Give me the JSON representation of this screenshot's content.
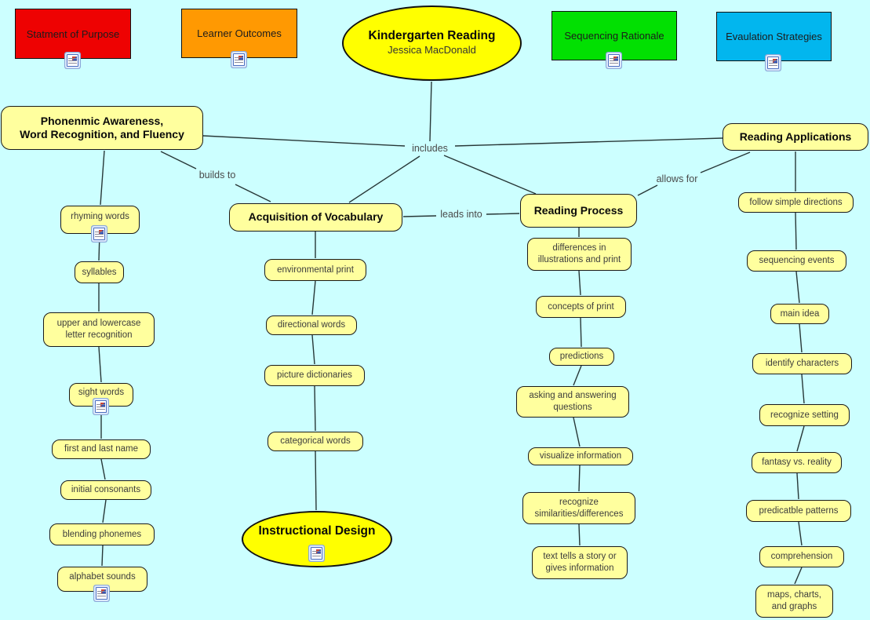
{
  "map": {
    "background_color": "#ccffff",
    "node_fill_color": "#ffff9e",
    "terminal_fill_color": "#ffff00",
    "link_labels": {
      "includes": "includes",
      "builds_to": "builds to",
      "leads_into": "leads into",
      "allows_for": "allows for"
    }
  },
  "top_row": {
    "statement_of_purpose": {
      "label": "Statment of Purpose",
      "color": "#ee0202"
    },
    "learner_outcomes": {
      "label": "Learner Outcomes",
      "color": "#ff9902"
    },
    "kindergarten_reading": {
      "title": "Kindergarten Reading",
      "subtitle": "Jessica MacDonald",
      "color": "#ffff00"
    },
    "sequencing_rationale": {
      "label": "Sequencing Rationale",
      "color": "#02e002"
    },
    "evaulation_strategies": {
      "label": "Evaulation Strategies",
      "color": "#02b6ee"
    }
  },
  "branches": {
    "phonemic": {
      "header": "Phonenmic Awareness,\nWord Recognition, and Fluency",
      "items": [
        "rhyming words",
        "syllables",
        "upper and lowercase\nletter recognition",
        "sight words",
        "first and last name",
        "initial consonants",
        "blending phonemes",
        "alphabet sounds"
      ]
    },
    "vocabulary": {
      "header": "Acquisition of Vocabulary",
      "items": [
        "environmental print",
        "directional words",
        "picture dictionaries",
        "categorical words"
      ],
      "terminal": "Instructional Design"
    },
    "reading_process": {
      "header": "Reading Process",
      "items": [
        "differences in\nillustrations and print",
        "concepts of print",
        "predictions",
        "asking and answering\nquestions",
        "visualize information",
        "recognize\nsimilarities/differences",
        "text tells a story or\ngives information"
      ]
    },
    "reading_applications": {
      "header": "Reading Applications",
      "items": [
        "follow simple directions",
        "sequencing events",
        "main idea",
        "identify characters",
        "recognize setting",
        "fantasy vs. reality",
        "predicatble patterns",
        "comprehension",
        "maps, charts,\nand graphs"
      ]
    }
  }
}
